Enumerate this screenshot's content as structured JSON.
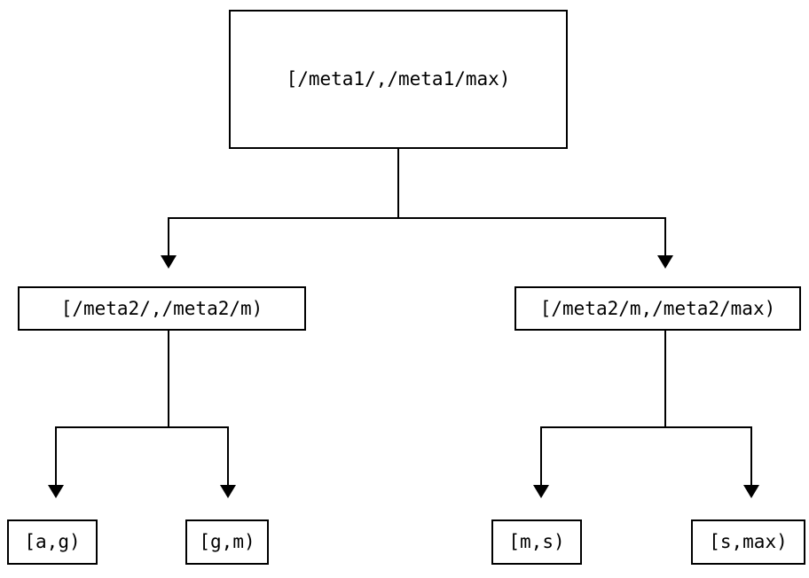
{
  "diagram": {
    "type": "binary-tree",
    "title": "",
    "nodes": {
      "root": {
        "label": "[/meta1/,/meta1/max)"
      },
      "mid_left": {
        "label": "[/meta2/,/meta2/m)"
      },
      "mid_right": {
        "label": "[/meta2/m,/meta2/max)"
      },
      "leaf_1": {
        "label": "[a,g)"
      },
      "leaf_2": {
        "label": "[g,m)"
      },
      "leaf_3": {
        "label": "[m,s)"
      },
      "leaf_4": {
        "label": "[s,max)"
      }
    },
    "edges": [
      {
        "from": "root",
        "to": "mid_left"
      },
      {
        "from": "root",
        "to": "mid_right"
      },
      {
        "from": "mid_left",
        "to": "leaf_1"
      },
      {
        "from": "mid_left",
        "to": "leaf_2"
      },
      {
        "from": "mid_right",
        "to": "leaf_3"
      },
      {
        "from": "mid_right",
        "to": "leaf_4"
      }
    ],
    "colors": {
      "stroke": "#000000",
      "fill": "#ffffff",
      "text": "#000000"
    }
  }
}
